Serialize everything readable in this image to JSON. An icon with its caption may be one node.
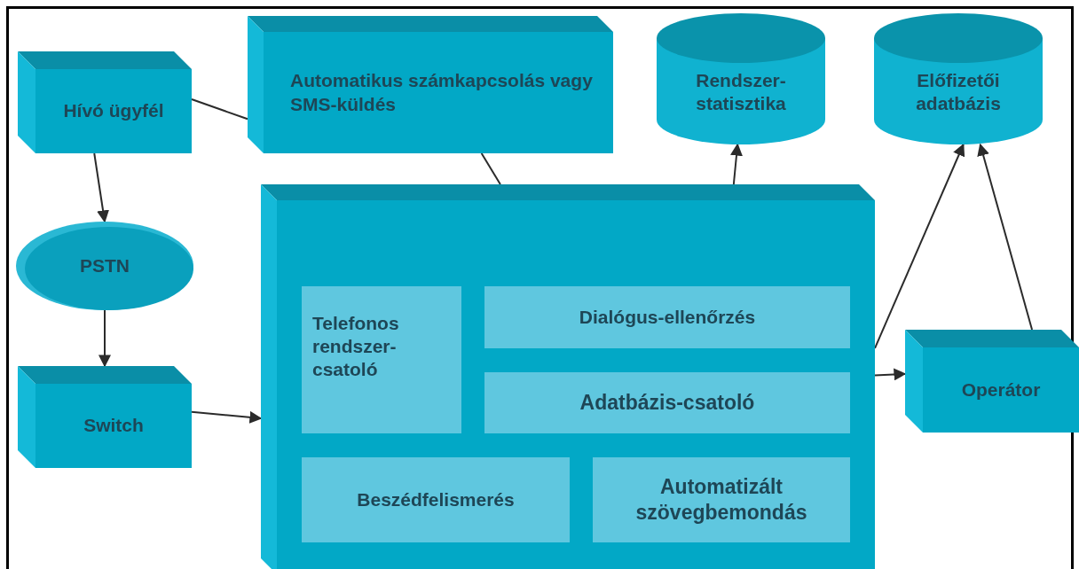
{
  "diagram": {
    "nodes": [
      {
        "text": [
          "Hívó ügyfél"
        ]
      },
      {
        "text": [
          "Automatikus számkapcsolás vagy SMS-küldés"
        ]
      },
      {
        "text": [
          "Rendszer-statisztika"
        ]
      },
      {
        "text": [
          "Előfizetői adatbázis"
        ]
      },
      {
        "text": [
          "PSTN"
        ]
      },
      {
        "text": [
          "Switch"
        ]
      },
      {
        "text": [],
        "shape": "box"
      },
      {
        "text": [
          "Telefonos rendszer-csatoló"
        ],
        "in": 6
      },
      {
        "text": [
          "Dialógus-ellenőrzés"
        ],
        "in": 6
      },
      {
        "text": [
          "Adatbázis-csatoló"
        ],
        "in": 6
      },
      {
        "text": [
          "Beszédfelismerés"
        ],
        "in": 6
      },
      {
        "text": [
          "Automatizált szövegbemondás"
        ],
        "in": 6
      },
      {
        "text": [
          "Operátor"
        ]
      }
    ],
    "edges": [
      {
        "from": 0,
        "to": 1,
        "arrow": "none"
      },
      {
        "from": 0,
        "to": 4,
        "arrow": "to"
      },
      {
        "from": 4,
        "to": 5,
        "arrow": "to"
      },
      {
        "from": 5,
        "to": 6,
        "arrow": "to"
      },
      {
        "from": 1,
        "to": 6,
        "arrow": "none"
      },
      {
        "from": 6,
        "to": 2,
        "arrow": "to"
      },
      {
        "from": 6,
        "to": 3,
        "arrow": "to"
      },
      {
        "from": 6,
        "to": 12,
        "arrow": "to"
      },
      {
        "from": 12,
        "to": 3,
        "arrow": "to"
      }
    ]
  }
}
